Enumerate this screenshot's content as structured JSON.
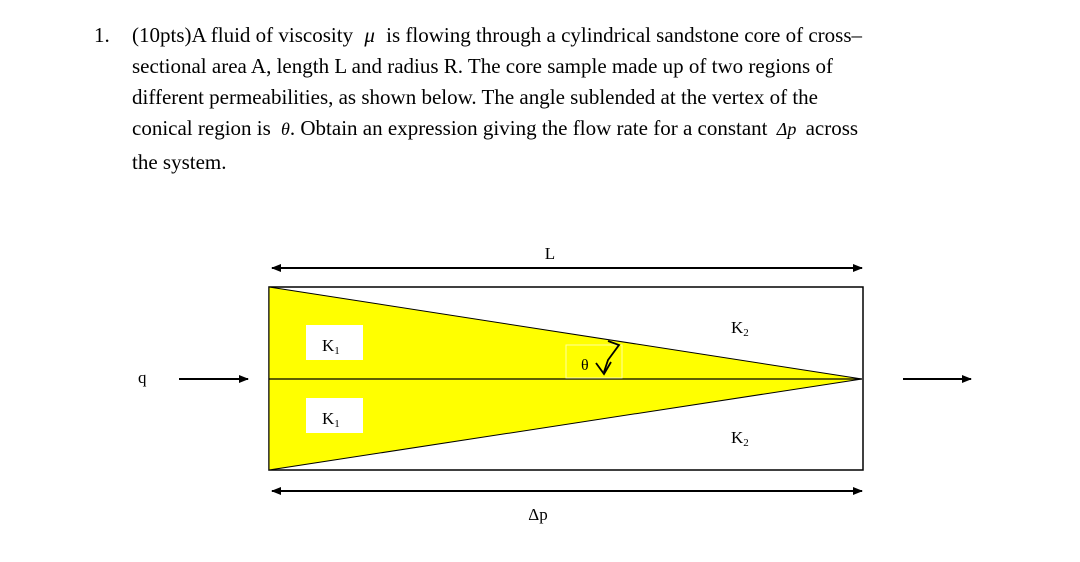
{
  "problem": {
    "number": "1.",
    "line1_a": "(10pts)A fluid of viscosity",
    "mu": "μ",
    "line1_b": "is flowing through a cylindrical sandstone core of cross–",
    "line2": "sectional area A, length L and radius R.  The core sample made up of two regions of",
    "line3": "different permeabilities, as shown below.  The angle sublended at the vertex of the",
    "line4_a": "conical region is",
    "theta": "θ",
    "line4_b": ".  Obtain an expression giving the flow rate for a constant",
    "dp": "Δp",
    "line4_c": "across",
    "line5": "the system."
  },
  "diagram": {
    "length_label": "L",
    "pressure_label": "Δp",
    "flow_label": "q",
    "theta_label": "θ",
    "k1_label": "K",
    "k1_sub": "1",
    "k2_label": "K",
    "k2_sub": "2",
    "colors": {
      "cone": "#ffff00",
      "line": "#000000"
    }
  }
}
